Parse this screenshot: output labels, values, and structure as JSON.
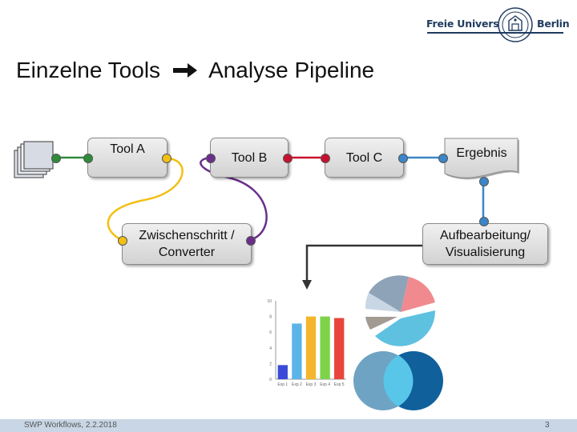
{
  "header": {
    "university_left": "Freie Universität",
    "university_right": "Berlin"
  },
  "title": {
    "left": "Einzelne Tools",
    "right": "Analyse Pipeline"
  },
  "nodes": {
    "tool_a": "Tool A",
    "tool_b": "Tool B",
    "tool_c": "Tool C",
    "ergebnis": "Ergebnis",
    "zwischenschritt": "Zwischenschritt / Converter",
    "aufbereitung": "Aufbearbeitung/ Visualisierung"
  },
  "colors": {
    "green": "#2e8b3a",
    "yellow": "#f2c012",
    "purple": "#6b2e8a",
    "red": "#c8102e",
    "blue": "#3a86c8",
    "dark": "#333333"
  },
  "bar_chart": {
    "categories": [
      "Exp 1",
      "Exp 2",
      "Exp 3",
      "Exp 4",
      "Exp 5"
    ],
    "values": [
      1.8,
      7.1,
      8,
      8,
      7.8
    ],
    "colors": [
      "#3b4bd8",
      "#5ab4e8",
      "#f5b52c",
      "#7ed348",
      "#e8453c"
    ],
    "yticks": [
      "0",
      "2",
      "4",
      "6",
      "8",
      "10"
    ],
    "ylim": [
      0,
      10
    ]
  },
  "footer": {
    "text": "SWP Workflows, 2.2.2018",
    "page": "3"
  }
}
